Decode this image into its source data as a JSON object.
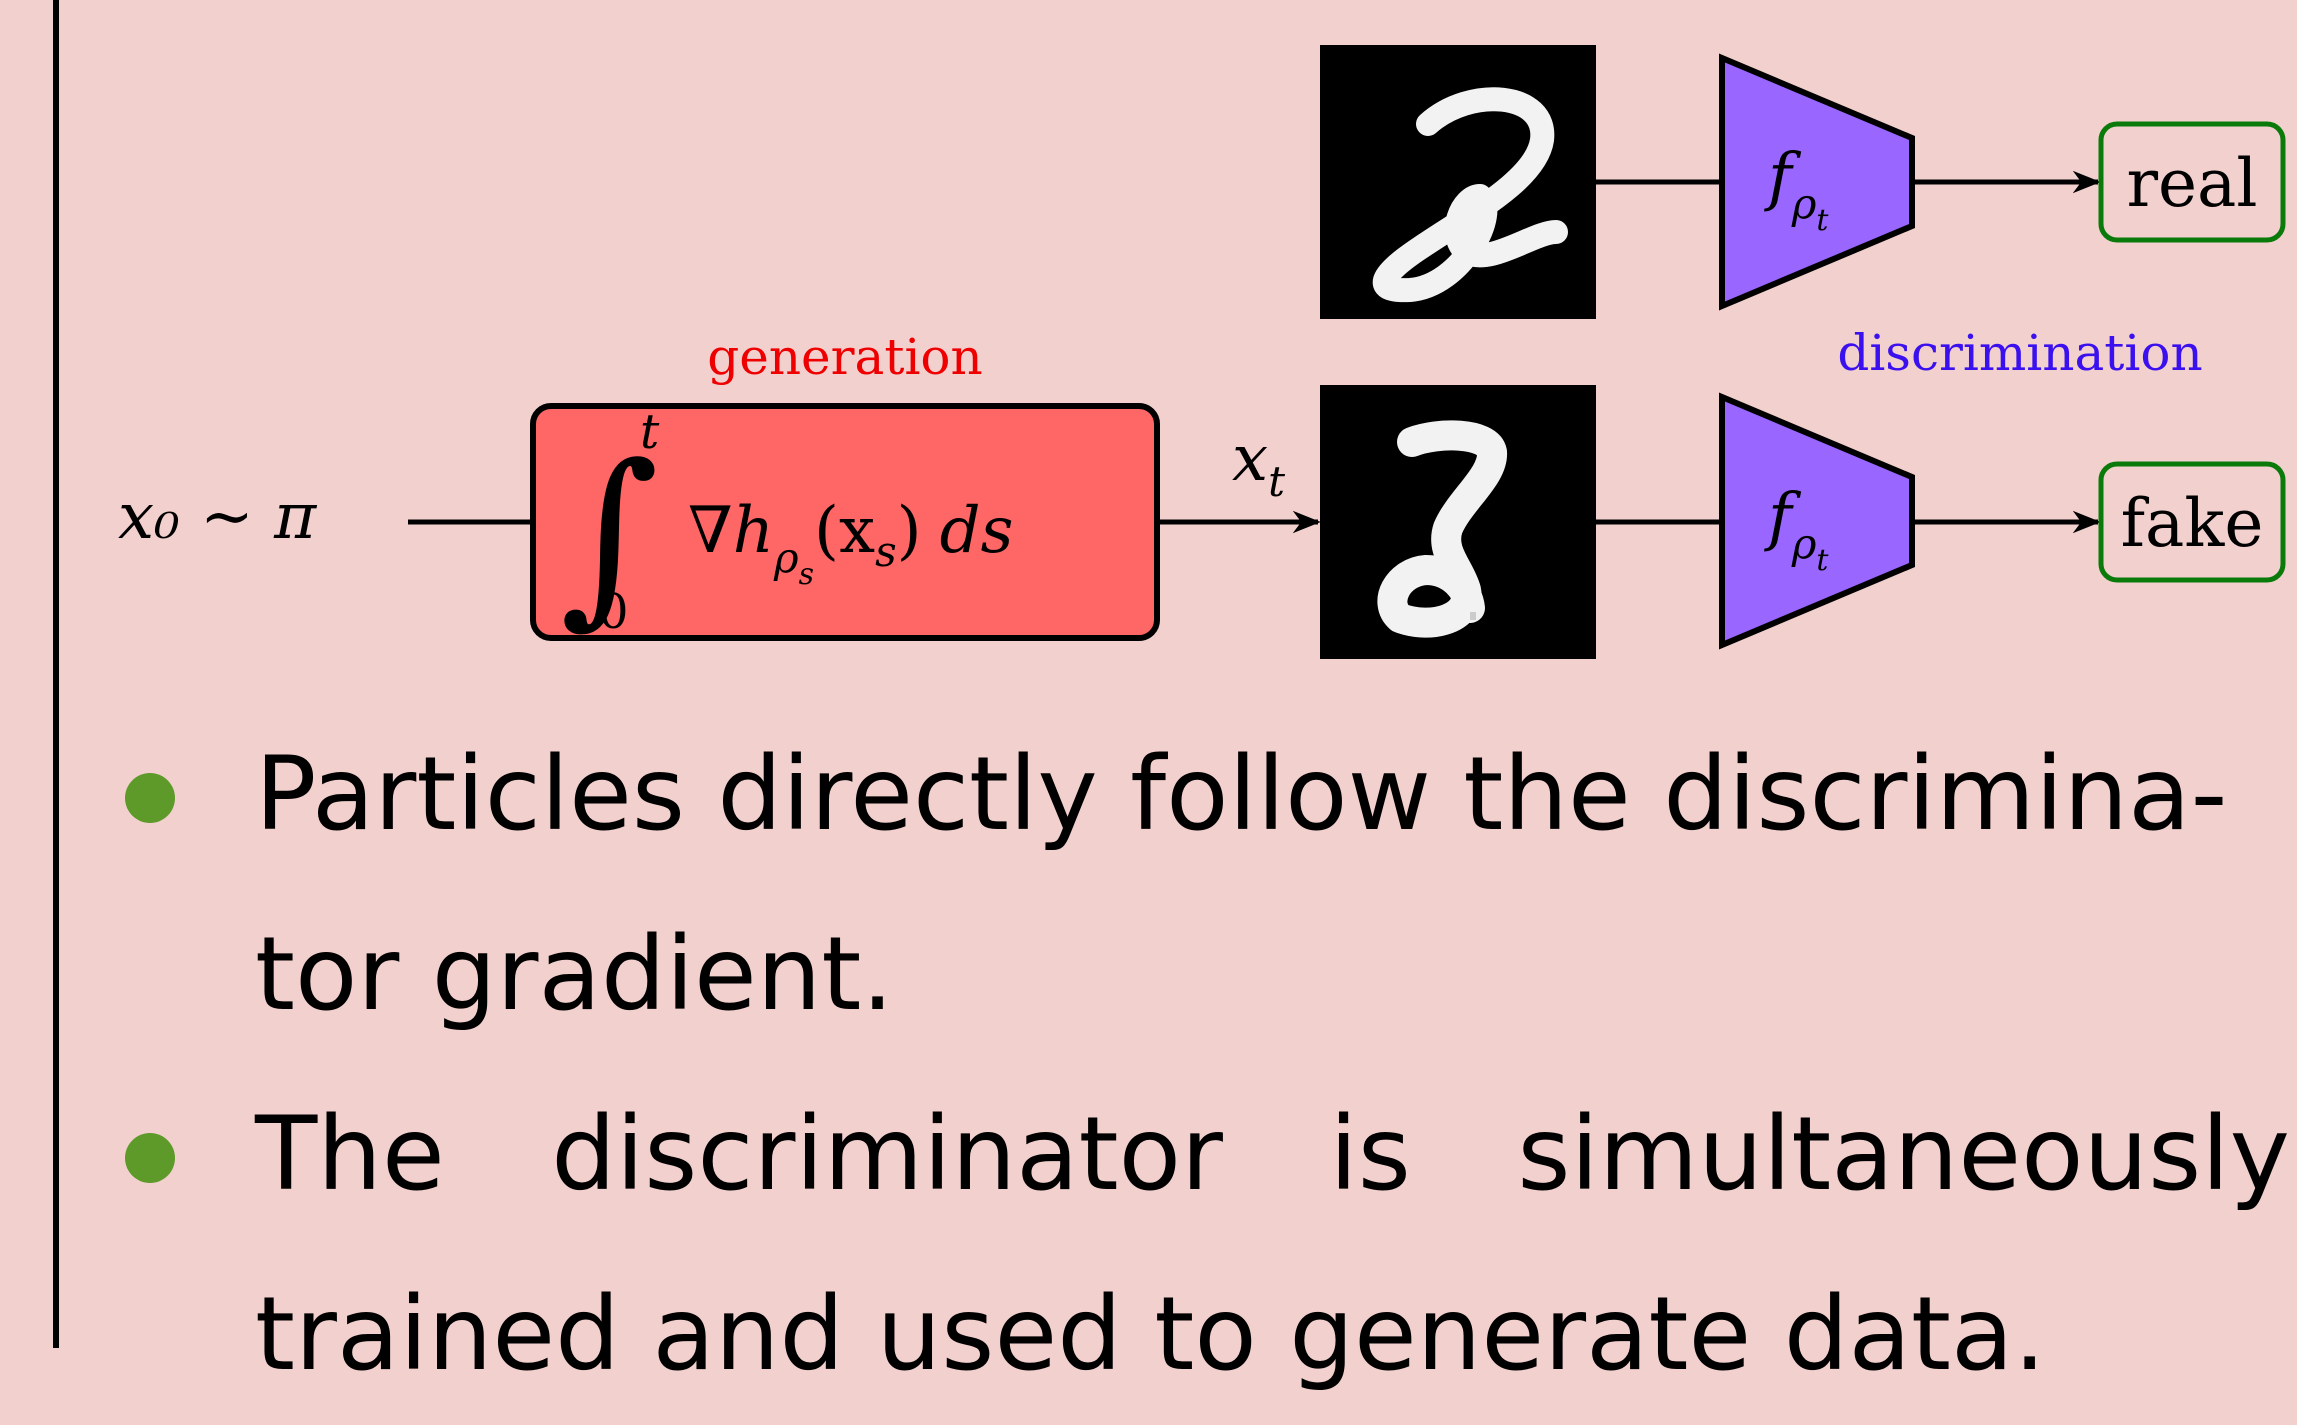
{
  "diagram": {
    "input_label": "x₀ ∼ π",
    "generation_label": "generation",
    "integral": {
      "upper_limit": "t",
      "lower_limit": "0",
      "integrand": "∇h",
      "integrand_sub": "ρ",
      "integrand_subsub": "s",
      "argument": "(x",
      "argument_sub": "s",
      "argument_close": ")",
      "differential": "ds"
    },
    "xt_label": "x",
    "xt_sub": "t",
    "discriminator_label": "f",
    "discriminator_sub": "ρ",
    "discriminator_subsub": "t",
    "discrimination_label": "discrimination",
    "output_real": "real",
    "output_fake": "fake",
    "colors": {
      "generation_box": "#ff6666",
      "generation_text": "#ee0000",
      "discriminator": "#9966ff",
      "discrimination_text": "#3a10ee",
      "output_border": "#0a7a0a",
      "bullet": "#5e9a2a"
    }
  },
  "bullets": [
    {
      "line1": "Particles directly follow the discrimina-",
      "line2": "tor gradient."
    },
    {
      "line1_words": [
        "The",
        "discriminator",
        "is",
        "simultaneously"
      ],
      "line2": "trained and used to generate data."
    }
  ]
}
